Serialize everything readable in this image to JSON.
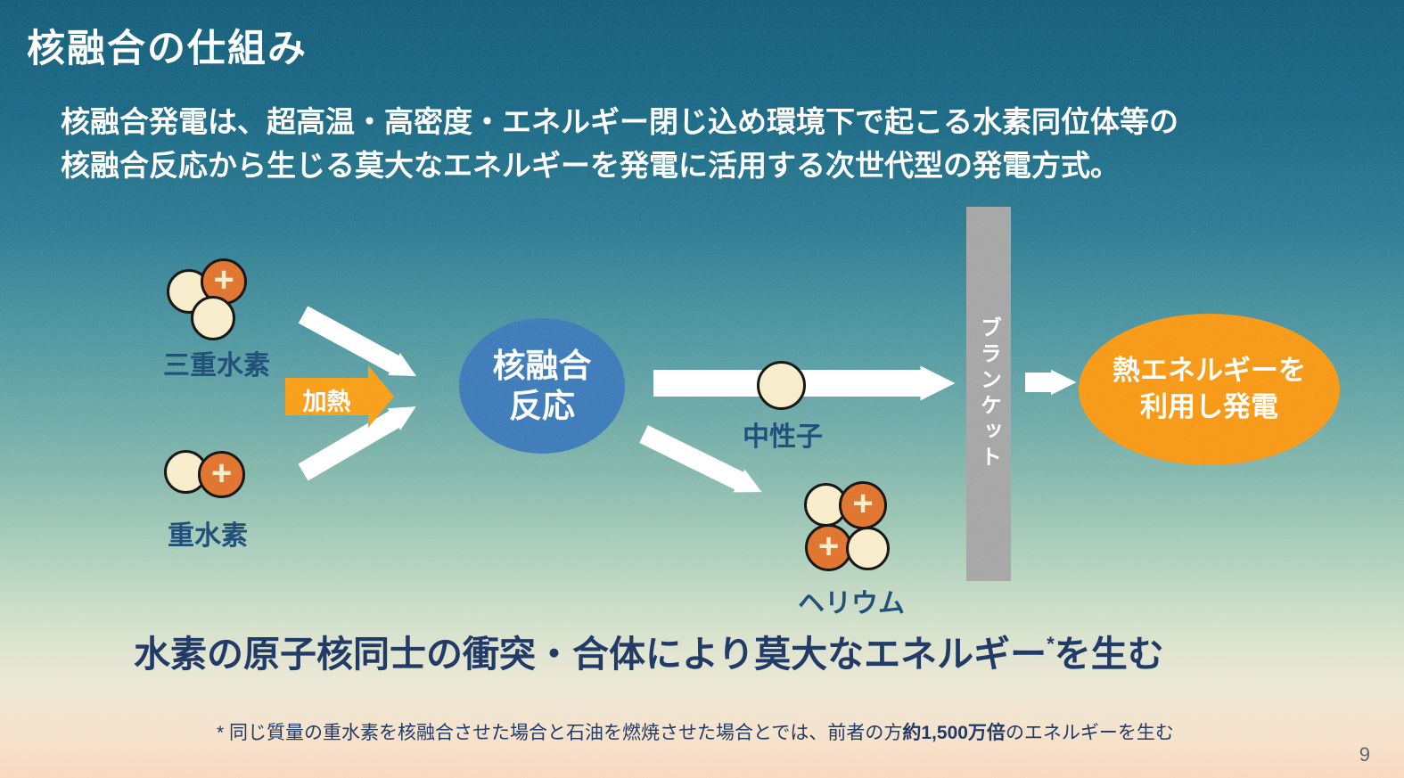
{
  "slide": {
    "title": "核融合の仕組み",
    "page_number": "9"
  },
  "intro": {
    "line1": "核融合発電は、超高温・高密度・エネルギー閉じ込め環境下で起こる水素同位体等の",
    "line2": "核融合反応から生じる莫大なエネルギーを発電に活用する次世代型の発電方式。"
  },
  "diagram": {
    "tritium_label": "三重水素",
    "deuterium_label": "重水素",
    "heat_label": "加熱",
    "fusion_line1": "核融合",
    "fusion_line2": "反応",
    "neutron_label": "中性子",
    "helium_label": "ヘリウム",
    "blanket_label": "ブランケット",
    "generation_line1": "熱エネルギーを",
    "generation_line2": "利用し発電",
    "plus": "+"
  },
  "summary": {
    "text": "水素の原子核同士の衝突・合体により莫大なエネルギー",
    "asterisk": "*",
    "suffix": "を生む"
  },
  "footnote": {
    "prefix": "* 同じ質量の重水素を核融合させた場合と石油を燃焼させた場合とでは、前者の方",
    "bold": "約1,500万倍",
    "suffix": "のエネルギーを生む"
  },
  "colors": {
    "background_top": "#17607c",
    "background_bottom": "#f9d8c1",
    "proton_orange": "#E0752F",
    "nucleon_cream": "#F8EDCB",
    "fusion_blue": "#3F7DBA",
    "accent_orange": "#F8A01C",
    "generation_orange": "#F79A18",
    "blanket_gray": "#A7A7A7",
    "label_navy": "#1F4E79",
    "text_navy": "#1F3864",
    "arrow_white": "#FFFFFF"
  }
}
